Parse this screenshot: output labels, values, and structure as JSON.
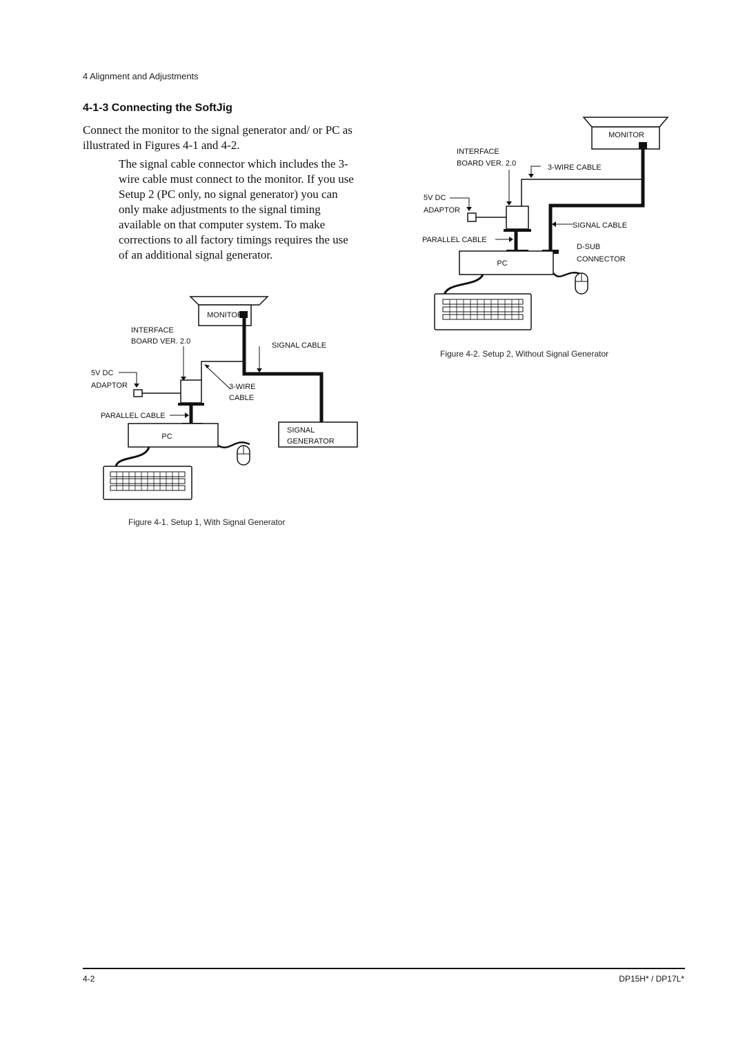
{
  "header": {
    "section": "4 Alignment and Adjustments"
  },
  "section": {
    "title": "4-1-3 Connecting the SoftJig",
    "intro": "Connect the monitor to the signal generator and/ or PC as illustrated in Figures 4-1 and 4-2.",
    "paragraph": "The signal cable connector which includes the 3-wire cable must connect to the monitor. If you use Setup 2 (PC only, no signal generator) you can only make adjustments to the signal timing available on that computer system. To make corrections to all factory timings requires the use of an additional signal generator."
  },
  "figure1": {
    "caption": "Figure 4-1. Setup 1, With Signal Generator",
    "labels": {
      "monitor": "MONITOR",
      "interface_1": "INTERFACE",
      "interface_2": "BOARD VER. 2.0",
      "signal_cable": "SIGNAL CABLE",
      "dc_1": "5V DC",
      "dc_2": "ADAPTOR",
      "wire_1": "3-WIRE",
      "wire_2": "CABLE",
      "parallel_cable": "PARALLEL CABLE",
      "pc": "PC",
      "signal_gen_1": "SIGNAL",
      "signal_gen_2": "GENERATOR"
    }
  },
  "figure2": {
    "caption": "Figure 4-2. Setup 2, Without Signal Generator",
    "labels": {
      "monitor": "MONITOR",
      "interface_1": "INTERFACE",
      "interface_2": "BOARD VER. 2.0",
      "wire_cable": "3-WIRE CABLE",
      "dc_1": "5V DC",
      "dc_2": "ADAPTOR",
      "signal_cable": "SIGNAL CABLE",
      "parallel_cable": "PARALLEL CABLE",
      "dsub_1": "D-SUB",
      "dsub_2": "CONNECTOR",
      "pc": "PC"
    }
  },
  "footer": {
    "page": "4-2",
    "model": "DP15H* / DP17L*"
  }
}
